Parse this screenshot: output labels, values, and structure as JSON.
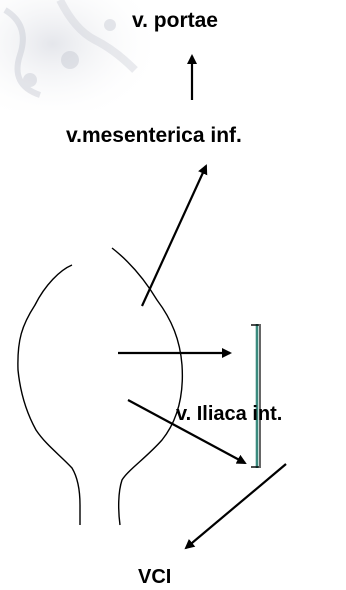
{
  "labels": {
    "portae": "v. portae",
    "mesenterica": "v.mesenterica inf.",
    "iliaca": "v. Iliaca int.",
    "vci": "VCI"
  },
  "colors": {
    "text": "#000000",
    "line": "#000000",
    "bracket": "#3a8a7e",
    "texture": "#c9ccd6"
  }
}
